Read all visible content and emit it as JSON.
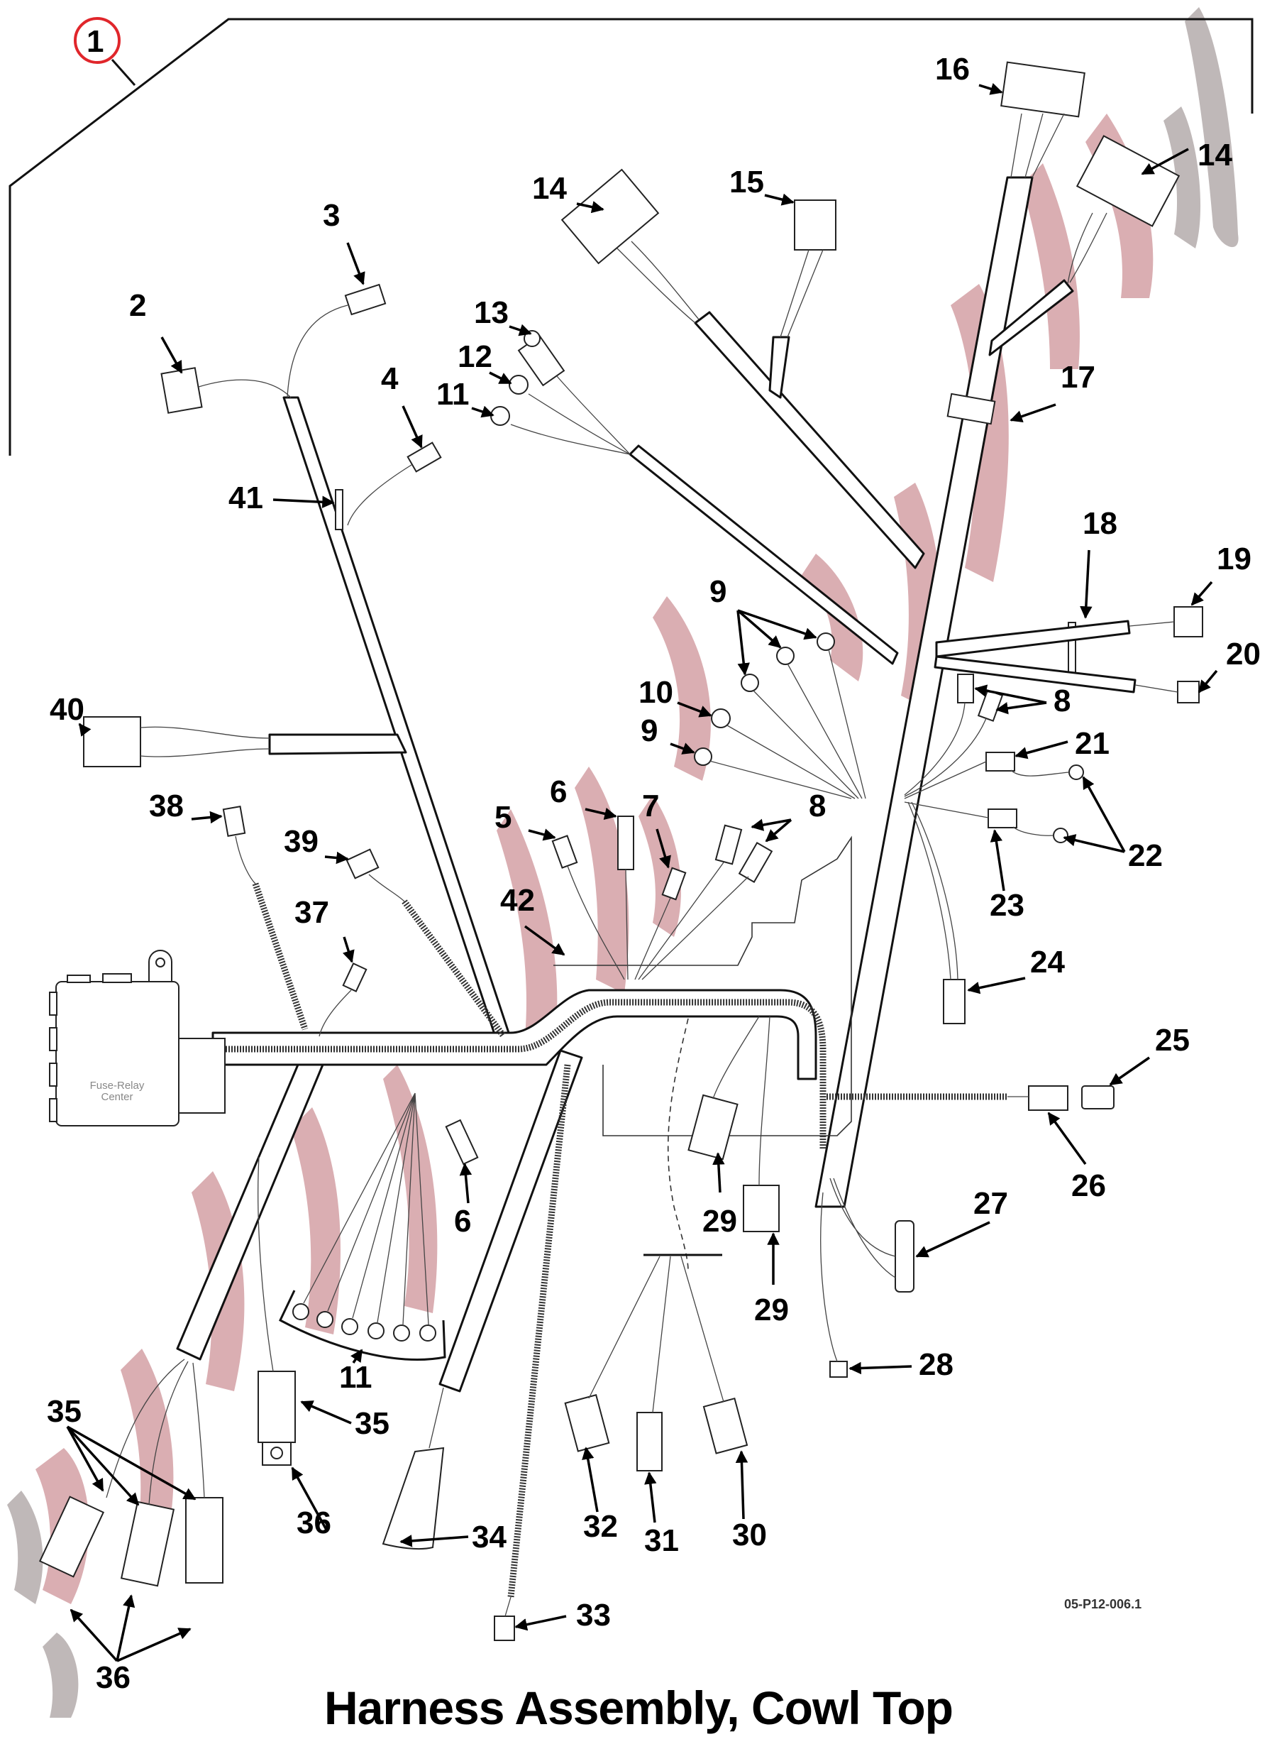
{
  "title": "Harness Assembly, Cowl Top",
  "figure_code": "05-P12-006.1",
  "assembly_callout": "1",
  "fuse_relay_center_label": [
    "Fuse-Relay",
    "Center"
  ],
  "watermark_color": "#d3a0a5",
  "accent_circle_color": "#e0262b",
  "callouts": [
    {
      "id": "2",
      "part": "connector"
    },
    {
      "id": "3",
      "part": "connector"
    },
    {
      "id": "4",
      "part": "connector"
    },
    {
      "id": "41",
      "part": "clip"
    },
    {
      "id": "13",
      "part": "terminal"
    },
    {
      "id": "12",
      "part": "ring-terminal"
    },
    {
      "id": "11",
      "part": "ring-terminal"
    },
    {
      "id": "14",
      "part": "connector"
    },
    {
      "id": "15",
      "part": "connector"
    },
    {
      "id": "16",
      "part": "connector"
    },
    {
      "id": "14",
      "part": "connector"
    },
    {
      "id": "17",
      "part": "clip"
    },
    {
      "id": "18",
      "part": "tie-strap"
    },
    {
      "id": "19",
      "part": "connector"
    },
    {
      "id": "20",
      "part": "connector"
    },
    {
      "id": "9",
      "part": "ring-terminal"
    },
    {
      "id": "10",
      "part": "ring-terminal"
    },
    {
      "id": "9",
      "part": "ring-terminal"
    },
    {
      "id": "8",
      "part": "connector"
    },
    {
      "id": "21",
      "part": "connector"
    },
    {
      "id": "22",
      "part": "ring-terminal"
    },
    {
      "id": "23",
      "part": "connector"
    },
    {
      "id": "40",
      "part": "connector"
    },
    {
      "id": "38",
      "part": "connector"
    },
    {
      "id": "39",
      "part": "connector"
    },
    {
      "id": "37",
      "part": "connector"
    },
    {
      "id": "5",
      "part": "connector"
    },
    {
      "id": "6",
      "part": "connector"
    },
    {
      "id": "7",
      "part": "connector"
    },
    {
      "id": "8",
      "part": "connector"
    },
    {
      "id": "42",
      "part": "harness-branch"
    },
    {
      "id": "24",
      "part": "connector"
    },
    {
      "id": "25",
      "part": "connector"
    },
    {
      "id": "26",
      "part": "connector"
    },
    {
      "id": "27",
      "part": "connector"
    },
    {
      "id": "28",
      "part": "ring-terminal"
    },
    {
      "id": "29",
      "part": "connector"
    },
    {
      "id": "29",
      "part": "connector"
    },
    {
      "id": "6",
      "part": "connector"
    },
    {
      "id": "11",
      "part": "ring-terminal"
    },
    {
      "id": "35",
      "part": "lamp-socket"
    },
    {
      "id": "36",
      "part": "lamp-socket"
    },
    {
      "id": "35",
      "part": "lamp-socket"
    },
    {
      "id": "36",
      "part": "lamp-socket"
    },
    {
      "id": "34",
      "part": "connector"
    },
    {
      "id": "33",
      "part": "connector"
    },
    {
      "id": "32",
      "part": "connector"
    },
    {
      "id": "31",
      "part": "connector"
    },
    {
      "id": "30",
      "part": "connector"
    }
  ]
}
